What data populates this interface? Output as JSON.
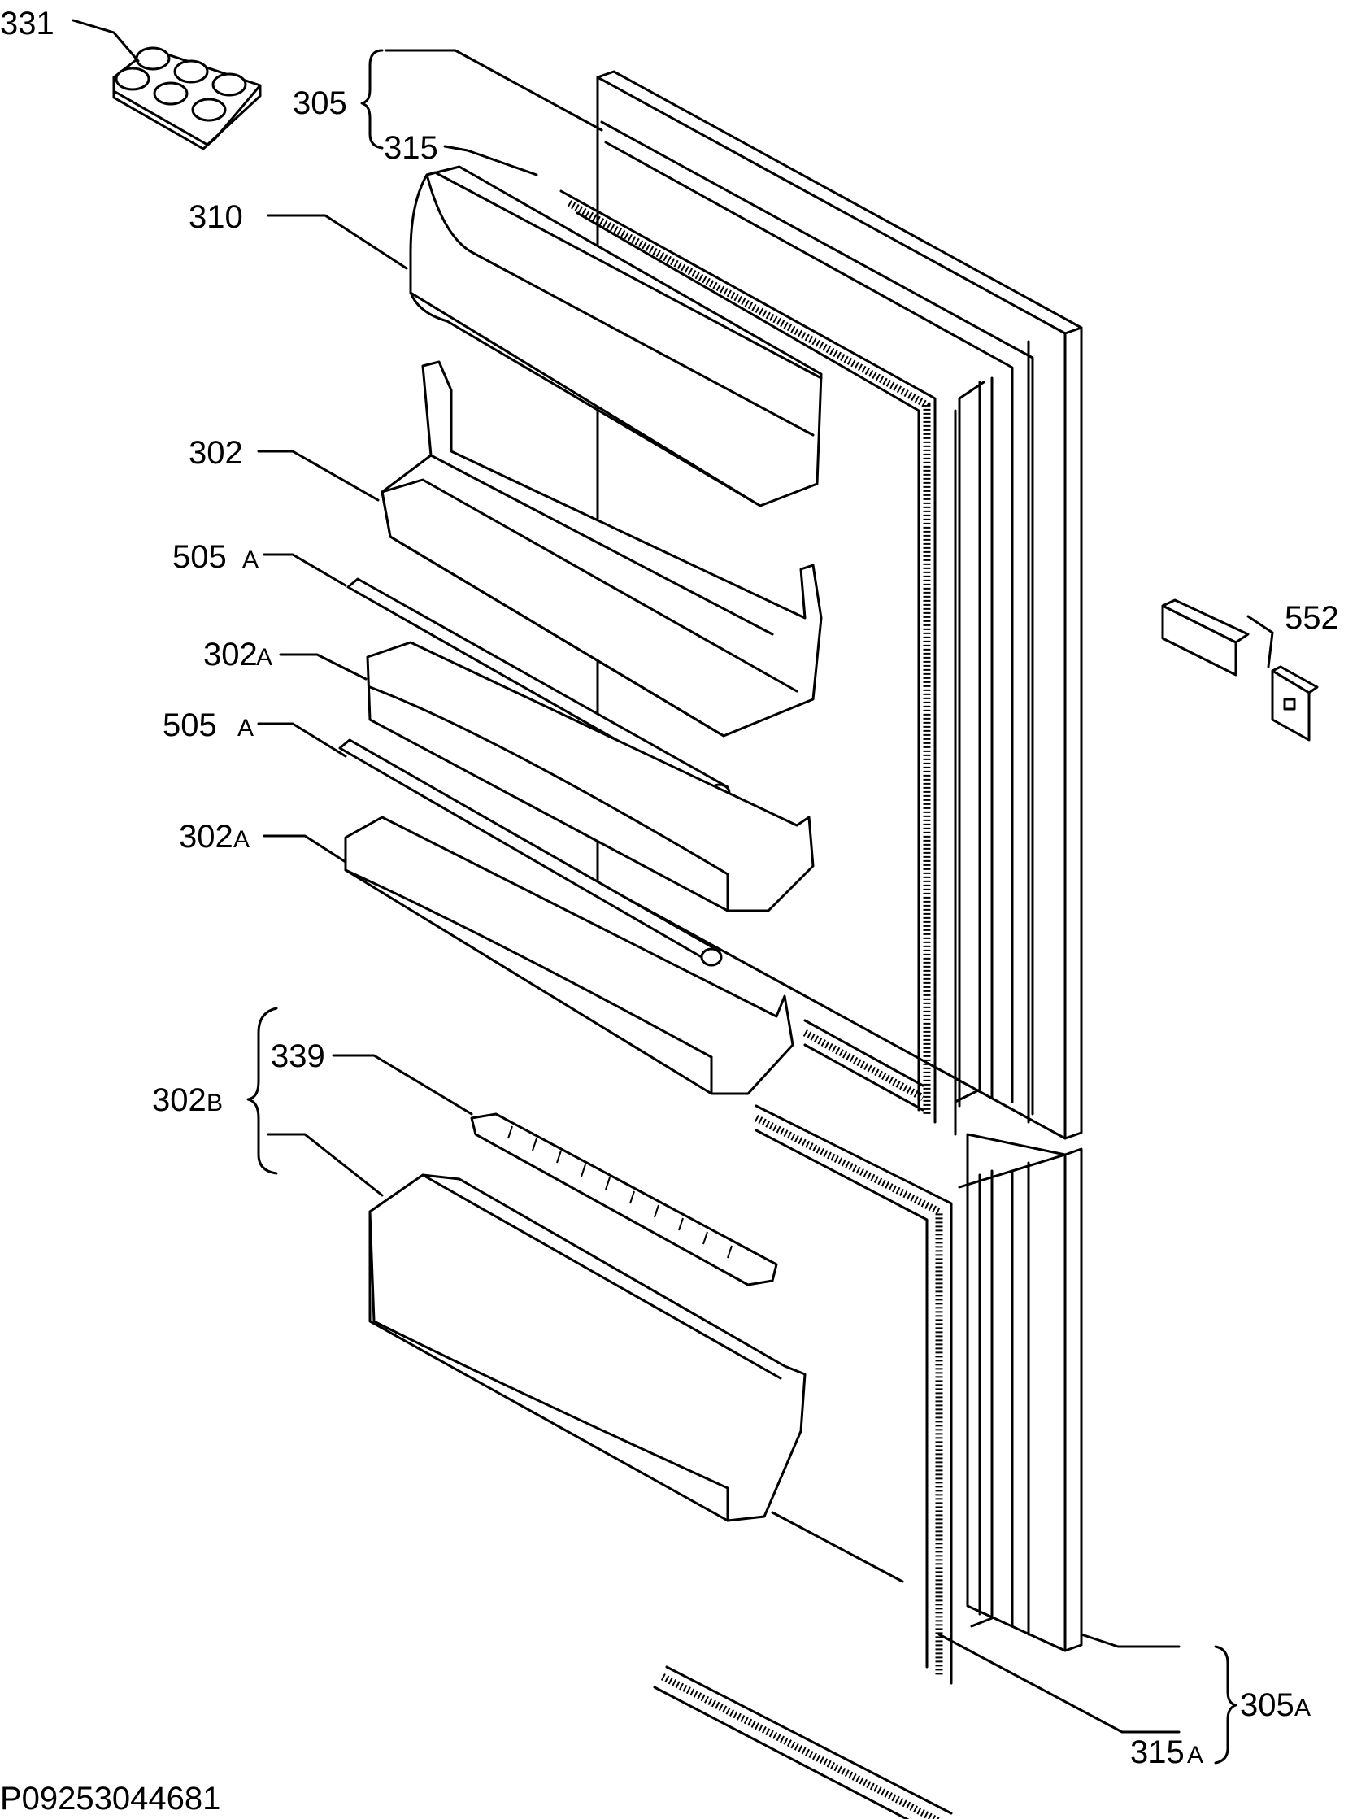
{
  "drawing_id": "P09253044681",
  "callouts": {
    "c331": "331",
    "c305": "305",
    "c315": "315",
    "c310": "310",
    "c302": "302",
    "c505a_1": "505",
    "c505a_1_suffix": "A",
    "c302a_1": "302",
    "c302a_1_suffix": "A",
    "c505a_2": "505",
    "c505a_2_suffix": "A",
    "c302a_2": "302",
    "c302a_2_suffix": "A",
    "c339": "339",
    "c302b": "302",
    "c302b_suffix": "B",
    "c552": "552",
    "c305a": "305",
    "c305a_suffix": "A",
    "c315a": "315",
    "c315a_suffix": "A"
  }
}
